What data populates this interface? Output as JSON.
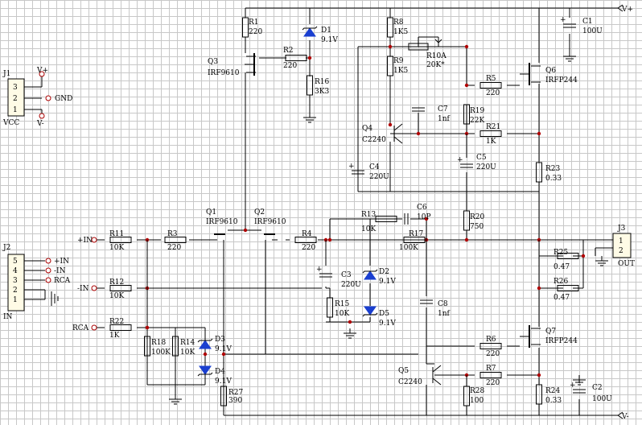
{
  "colors": {
    "wire": "#000000",
    "grid": "#c8c8c8",
    "junction": "#b00000",
    "diode": "#1a3fd0",
    "connector_fill": "#fffbe6"
  },
  "connectors": {
    "J1": {
      "ref": "J1",
      "name": "VCC",
      "pins": [
        "3",
        "2",
        "1"
      ],
      "nets": [
        "V+",
        "GND",
        "V-"
      ]
    },
    "J2": {
      "ref": "J2",
      "name": "IN",
      "pins": [
        "5",
        "4",
        "3",
        "2",
        "1"
      ],
      "nets": [
        "+IN",
        "-IN",
        "RCA"
      ]
    },
    "J3": {
      "ref": "J3",
      "name": "OUT",
      "pins": [
        "1",
        "2"
      ]
    }
  },
  "rails": {
    "vplus": "V+",
    "vminus": "V-"
  },
  "inputs": {
    "plus": "+IN",
    "minus": "-IN",
    "rca": "RCA"
  },
  "resistors": [
    {
      "ref": "R1",
      "value": "220"
    },
    {
      "ref": "R2",
      "value": "220"
    },
    {
      "ref": "R3",
      "value": "220"
    },
    {
      "ref": "R4",
      "value": "220"
    },
    {
      "ref": "R5",
      "value": "220"
    },
    {
      "ref": "R6",
      "value": "220"
    },
    {
      "ref": "R7",
      "value": "220"
    },
    {
      "ref": "R8",
      "value": "1K5"
    },
    {
      "ref": "R9",
      "value": "1K5"
    },
    {
      "ref": "R10A",
      "value": "20K*"
    },
    {
      "ref": "R11",
      "value": "10K"
    },
    {
      "ref": "R12",
      "value": "10K"
    },
    {
      "ref": "R13",
      "value": "10K"
    },
    {
      "ref": "R14",
      "value": "10K"
    },
    {
      "ref": "R15",
      "value": "10K"
    },
    {
      "ref": "R16",
      "value": "3K3"
    },
    {
      "ref": "R17",
      "value": "100K"
    },
    {
      "ref": "R18",
      "value": "100K"
    },
    {
      "ref": "R19",
      "value": "22K"
    },
    {
      "ref": "R20",
      "value": "750"
    },
    {
      "ref": "R21",
      "value": "1K"
    },
    {
      "ref": "R22",
      "value": "1K"
    },
    {
      "ref": "R23",
      "value": "0.33"
    },
    {
      "ref": "R24",
      "value": "0.33"
    },
    {
      "ref": "R25",
      "value": "0.47"
    },
    {
      "ref": "R26",
      "value": "0.47"
    },
    {
      "ref": "R27",
      "value": "390"
    },
    {
      "ref": "R28",
      "value": "100"
    }
  ],
  "capacitors": [
    {
      "ref": "C1",
      "value": "100U"
    },
    {
      "ref": "C2",
      "value": "100U"
    },
    {
      "ref": "C3",
      "value": "220U"
    },
    {
      "ref": "C4",
      "value": "220U"
    },
    {
      "ref": "C5",
      "value": "220U"
    },
    {
      "ref": "C6",
      "value": "10P"
    },
    {
      "ref": "C7",
      "value": "1nf"
    },
    {
      "ref": "C8",
      "value": "1nf"
    }
  ],
  "diodes": [
    {
      "ref": "D1",
      "value": "9.1V"
    },
    {
      "ref": "D2",
      "value": "9.1V"
    },
    {
      "ref": "D3",
      "value": "9.1V"
    },
    {
      "ref": "D4",
      "value": "9.1V"
    },
    {
      "ref": "D5",
      "value": "9.1V"
    }
  ],
  "transistors": [
    {
      "ref": "Q1",
      "part": "IRF9610"
    },
    {
      "ref": "Q2",
      "part": "IRF9610"
    },
    {
      "ref": "Q3",
      "part": "IRF9610"
    },
    {
      "ref": "Q4",
      "part": "C2240"
    },
    {
      "ref": "Q5",
      "part": "C2240"
    },
    {
      "ref": "Q6",
      "part": "IRFP244"
    },
    {
      "ref": "Q7",
      "part": "IRFP244"
    }
  ]
}
